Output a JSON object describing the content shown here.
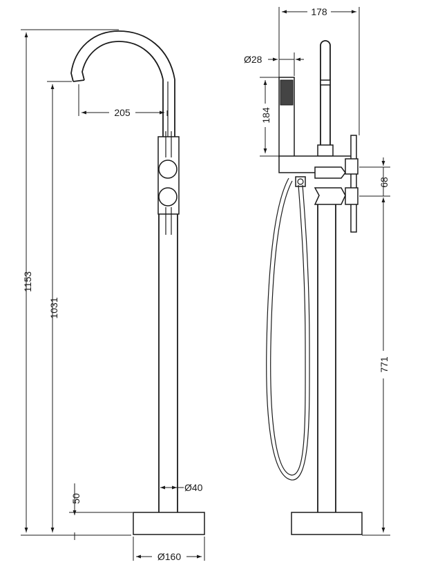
{
  "dimensions": {
    "total_height": "1153",
    "spout_height": "1031",
    "spout_reach": "205",
    "pipe_diameter": "Ø40",
    "base_height": "50",
    "base_diameter": "Ø160",
    "side_width": "178",
    "handshower_diameter": "Ø28",
    "handshower_length": "184",
    "handle_spacing": "68",
    "lower_handle_height": "771"
  }
}
